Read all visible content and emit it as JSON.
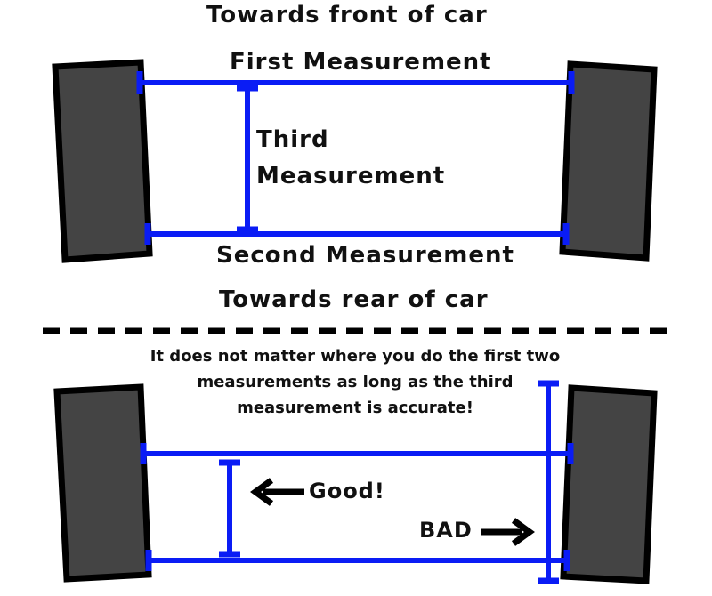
{
  "top": {
    "front_label": "Towards front of car",
    "first_measurement": "First Measurement",
    "third_measurement_line1": "Third",
    "third_measurement_line2": "Measurement",
    "second_measurement": "Second Measurement",
    "rear_label": "Towards rear of car"
  },
  "bottom": {
    "note": "It does not matter where you do the first two measurements as long as the third measurement is accurate!",
    "good_label": "Good!",
    "bad_label": "BAD"
  },
  "colors": {
    "measure_line": "#0a1cf5",
    "tire_fill": "#444444",
    "tire_outline": "#000000",
    "divider": "#000000",
    "arrow": "#000000"
  }
}
